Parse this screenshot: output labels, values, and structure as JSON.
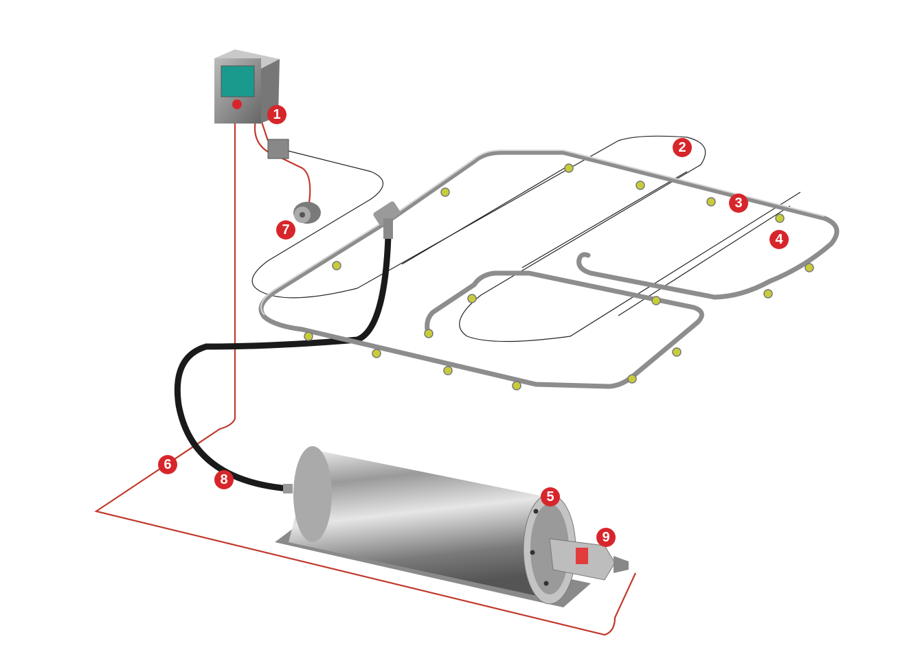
{
  "diagram": {
    "badges": [
      {
        "id": "1",
        "label": "1"
      },
      {
        "id": "2",
        "label": "2"
      },
      {
        "id": "3",
        "label": "3"
      },
      {
        "id": "4",
        "label": "4"
      },
      {
        "id": "5",
        "label": "5"
      },
      {
        "id": "6",
        "label": "6"
      },
      {
        "id": "7",
        "label": "7"
      },
      {
        "id": "8",
        "label": "8"
      },
      {
        "id": "9",
        "label": "9"
      }
    ],
    "colors": {
      "badge": "#d7262b",
      "wire": "#c0392b",
      "pipe": "#9a9a9a",
      "nozzle": "#c8cc3a",
      "screen": "#1a9a8c",
      "hose": "#1a1a1a"
    }
  }
}
